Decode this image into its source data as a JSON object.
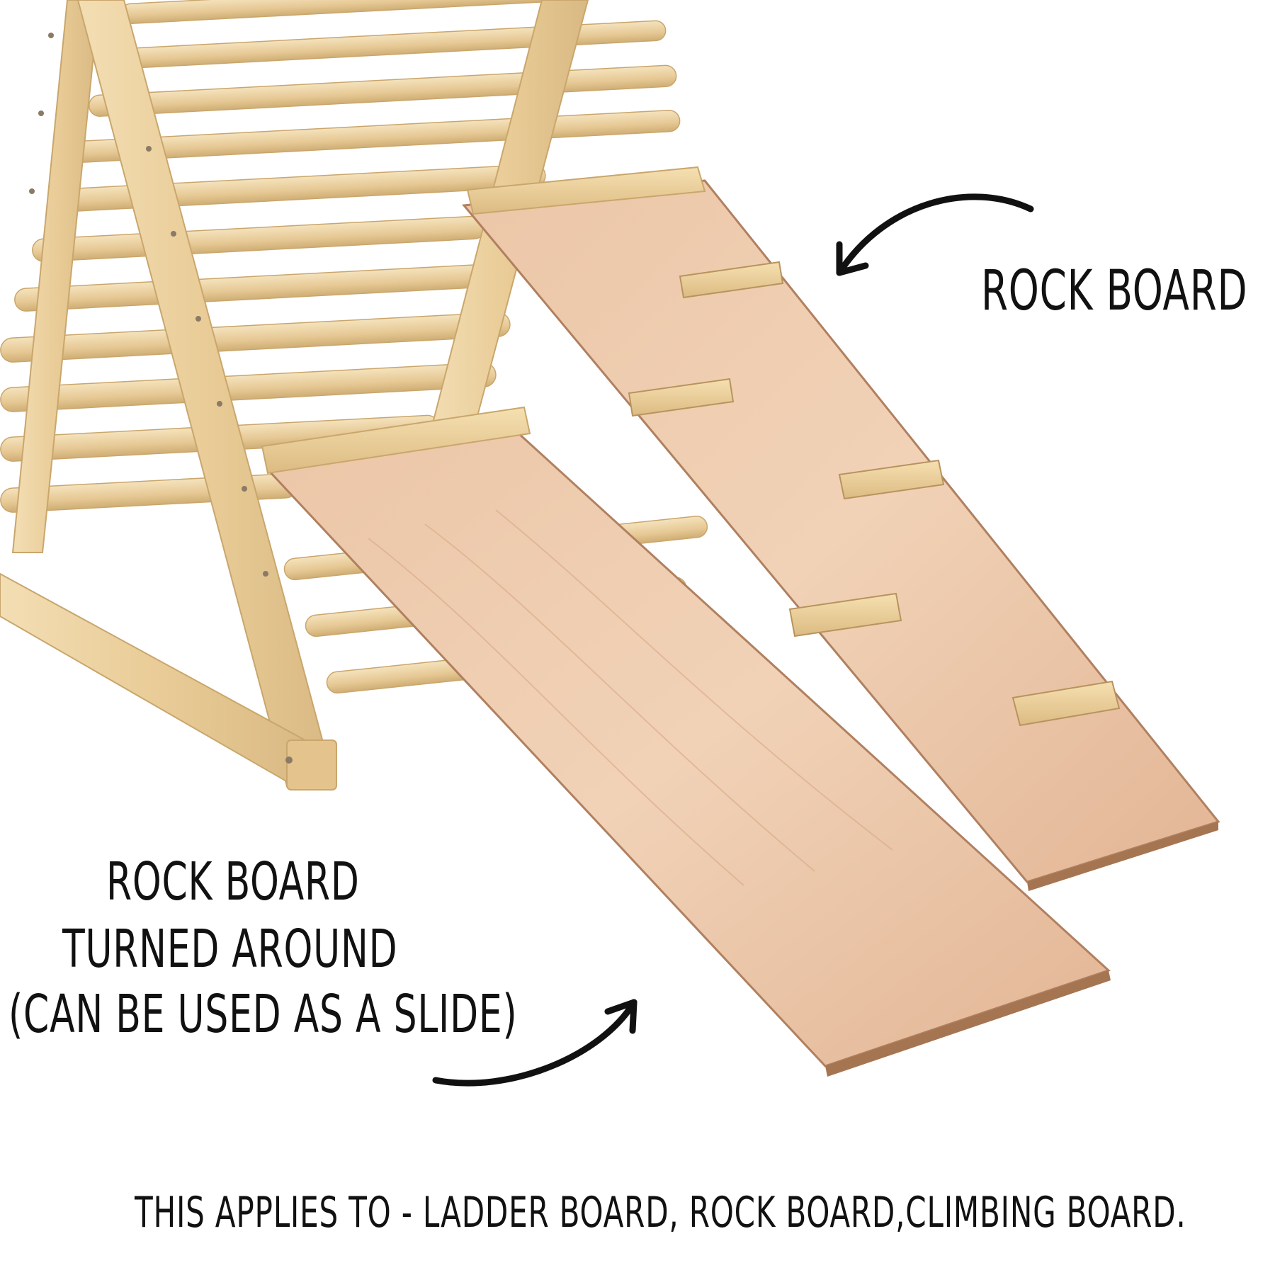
{
  "image": {
    "subject": "Wooden triangle climber with two rock boards",
    "colors": {
      "background": "#ffffff",
      "frame_wood": "#e9cc97",
      "frame_wood_light": "#f3deb4",
      "frame_wood_shade": "#cfae74",
      "board_face": "#e8bfa0",
      "board_face_light": "#f1d2b7",
      "board_edge": "#b08060",
      "hold_wood": "#efd49d",
      "ink": "#111111"
    }
  },
  "labels": {
    "top_right": "Rock Board",
    "left_line_1": "Rock Board",
    "left_line_2": "turned around",
    "left_line_3": "(Can be used as a slide)",
    "footer": "This applies to - Ladder board, Rock board,Climbing board."
  }
}
